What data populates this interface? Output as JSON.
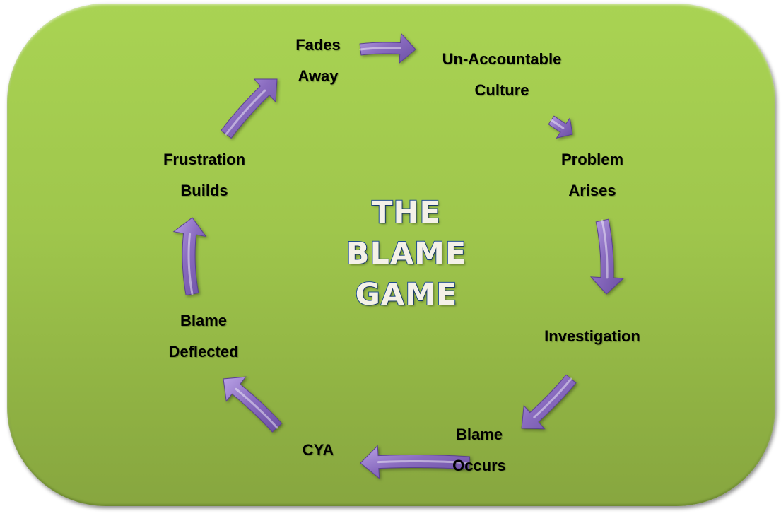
{
  "diagram": {
    "title_lines": [
      "THE",
      "BLAME",
      "GAME"
    ],
    "steps": [
      {
        "id": "unaccountable-culture",
        "lines": [
          "Un-Accountable",
          "Culture"
        ]
      },
      {
        "id": "problem-arises",
        "lines": [
          "Problem",
          "Arises"
        ]
      },
      {
        "id": "investigation",
        "lines": [
          "Investigation"
        ]
      },
      {
        "id": "blame-occurs",
        "lines": [
          "Blame",
          "Occurs"
        ]
      },
      {
        "id": "cya",
        "lines": [
          "CYA"
        ]
      },
      {
        "id": "blame-deflected",
        "lines": [
          "Blame",
          "Deflected"
        ]
      },
      {
        "id": "frustration-builds",
        "lines": [
          "Frustration",
          "Builds"
        ]
      },
      {
        "id": "fades-away",
        "lines": [
          "Fades",
          "Away"
        ]
      }
    ],
    "flow": "clockwise cycle",
    "colors": {
      "background": "#a9d353",
      "arrow": "#8a6cc0",
      "title_fill": "#f4f1e8",
      "title_outline": "#1f4f91",
      "label_text": "#000000"
    }
  }
}
